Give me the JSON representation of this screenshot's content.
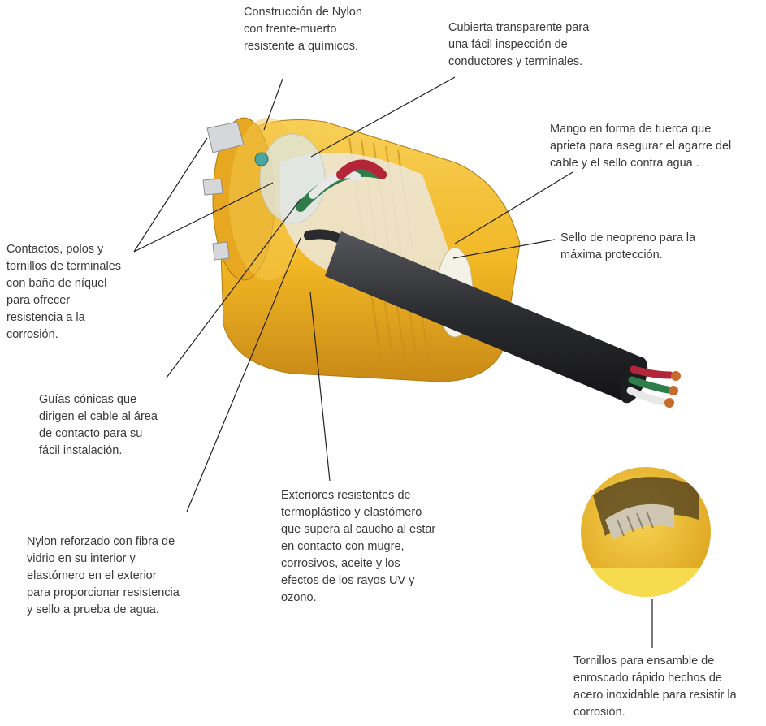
{
  "callouts": {
    "nylon_construction": "Construcción de Nylon\ncon frente-muerto\nresistente a químicos.",
    "transparent_cover": "Cubierta transparente para\nuna fácil inspección de\nconductores y terminales.",
    "nut_handle": "Mango en forma de tuerca que\naprieta para asegurar el agarre del\ncable  y el sello contra agua .",
    "neoprene_seal": "Sello de neopreno para la\nmáxima protección.",
    "nickel_contacts": "Contactos, polos y\ntornillos de terminales\ncon baño de níquel\npara ofrecer\nresistencia a la\ncorrosión.",
    "conical_guides": "Guías cónicas que\ndirigen el cable al área\nde contacto para su\nfácil instalación.",
    "thermoplastic_exterior": "Exteriores resistentes de\ntermoplástico y elastómero\nque supera al caucho al estar\nen contacto con mugre,\ncorrosivos, aceite y los\nefectos de los rayos UV y\nozono.",
    "reinforced_nylon": "Nylon reforzado con fibra de\nvidrio en su interior y\nelastómero en el exterior\npara proporcionar resistencia\ny sello a prueba de agua.",
    "stainless_screws": "Tornillos para ensamble de\nenroscado rápido hechos de\nacero inoxidable para resistir la\ncorrosión."
  },
  "colors": {
    "housing_yellow": "#f2b724",
    "housing_shadow": "#d3921a",
    "cable_black": "#2a2b2e",
    "wire_red": "#b3263a",
    "wire_green": "#2f7d4b",
    "wire_white": "#e8e8e8",
    "copper": "#c86a2c",
    "leader_line": "#222222"
  },
  "icons": [
    "connector-illustration",
    "screw-detail-inset"
  ]
}
